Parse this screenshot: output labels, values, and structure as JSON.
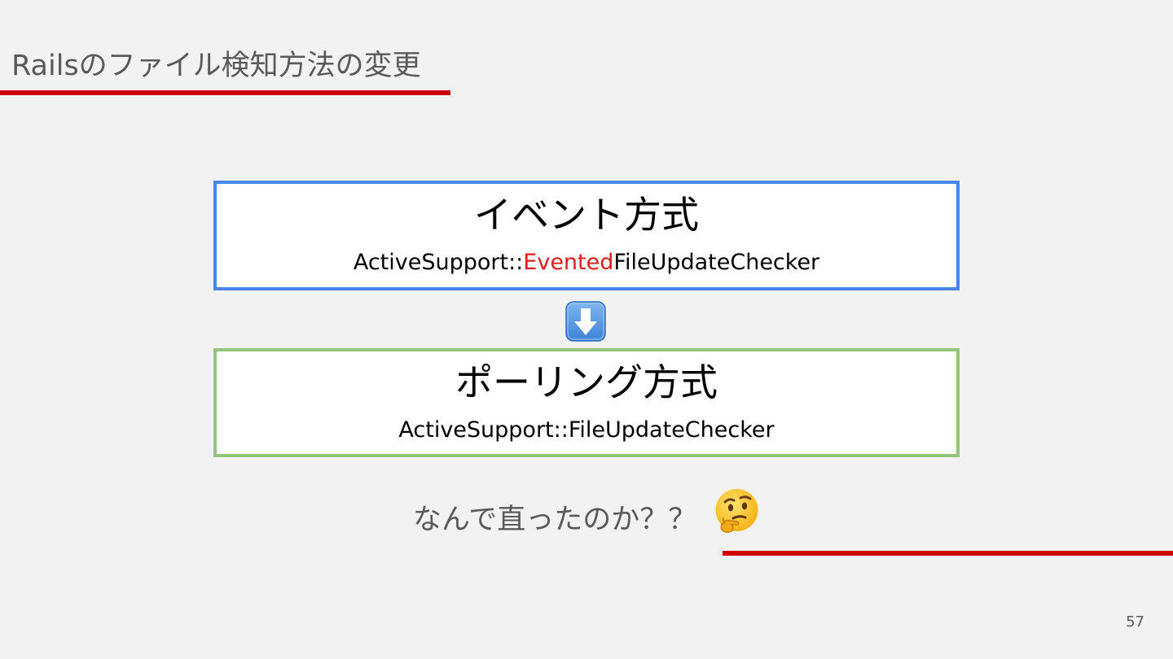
{
  "slide": {
    "title": "Railsのファイル検知方法の変更",
    "accent_color": "#cc0000",
    "page_number": "57"
  },
  "event_box": {
    "heading": "イベント方式",
    "class_prefix": "ActiveSupport::",
    "class_highlight": "Evented",
    "class_suffix": "FileUpdateChecker",
    "border_color": "#4a86e8",
    "highlight_color": "#e01b1b"
  },
  "transition": {
    "icon": "down-arrow-icon"
  },
  "polling_box": {
    "heading": "ポーリング方式",
    "class_name": "ActiveSupport::FileUpdateChecker",
    "border_color": "#93c47d"
  },
  "question": {
    "text": "なんで直ったのか？？",
    "icon": "thinking-face-icon"
  }
}
